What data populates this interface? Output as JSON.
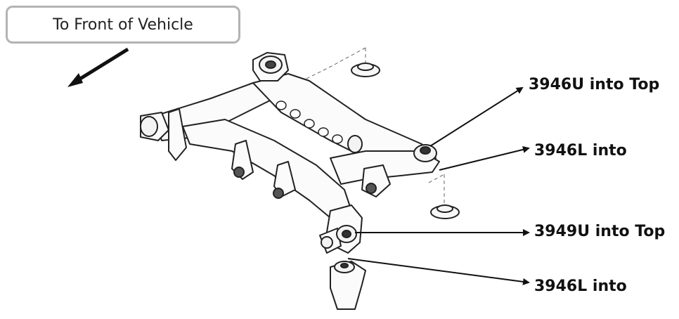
{
  "orientation_label": "To Front of Vehicle",
  "callouts": [
    {
      "id": "top-front-right",
      "text": "3946U into Top"
    },
    {
      "id": "lower-front-right",
      "text": "3946L into"
    },
    {
      "id": "top-rear-right",
      "text": "3949U into Top"
    },
    {
      "id": "lower-rear-right",
      "text": "3946L into"
    }
  ],
  "colors": {
    "line": "#222222",
    "box_border": "#b3b3b3",
    "text": "#111111"
  }
}
